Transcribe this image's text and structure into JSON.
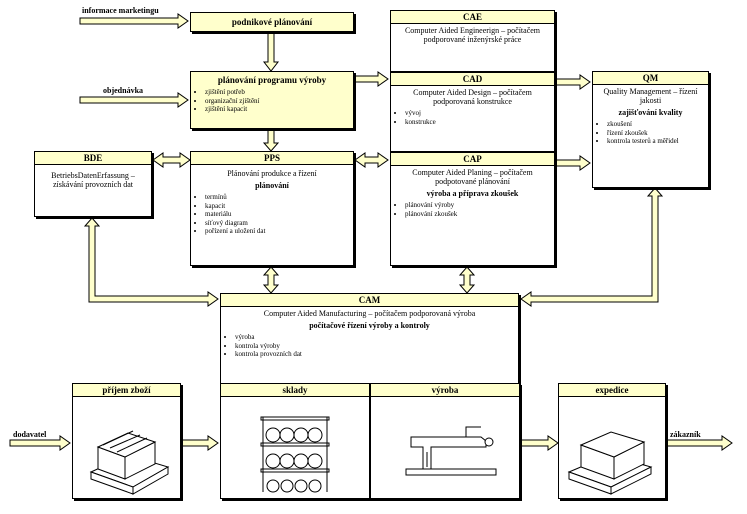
{
  "inputs": {
    "marketing": "informace marketingu",
    "order": "objednávka",
    "supplier": "dodavatel",
    "customer": "zákazník"
  },
  "planning": {
    "title": "podnikové plánování"
  },
  "program": {
    "title": "plánování programu výroby",
    "items": [
      "zjištění potřeb",
      "organizační zjištění",
      "zjištění kapacit"
    ]
  },
  "cae": {
    "title": "CAE",
    "subtitle": "Computer Aided Engineerign – počítačem podporované inženýrské práce"
  },
  "cad": {
    "title": "CAD",
    "subtitle": "Computer Aided Design – počítačem podporovaná konstrukce",
    "items": [
      "vývoj",
      "konstrukce"
    ]
  },
  "cap": {
    "title": "CAP",
    "subtitle": "Computer Aided Planing – počítačem podpotované plánování",
    "heading": "výroba a příprava zkoušek",
    "items": [
      "plánování výroby",
      "plánování zkoušek"
    ]
  },
  "qm": {
    "title": "QM",
    "subtitle": "Quality Management – řízení jakosti",
    "heading": "zajišťování kvality",
    "items": [
      "zkoušení",
      "řízení zkoušek",
      "kontrola testerů a měřidel"
    ]
  },
  "bde": {
    "title": "BDE",
    "subtitle": "BetriebsDatenErfassung – získávání provozních dat"
  },
  "pps": {
    "title": "PPS",
    "subtitle": "Plánování produkce a řízení",
    "heading": "plánování",
    "items": [
      "termínů",
      "kapacit",
      "materiálu",
      "síťový diagram",
      "pořízení a uložení dat"
    ]
  },
  "cam": {
    "title": "CAM",
    "subtitle": "Computer Aided Manufacturing – počítačem podporovaná výroba",
    "heading": "počítačové řízení výroby a kontroly",
    "items": [
      "výroba",
      "kontrola výroby",
      "kontrola provozních dat"
    ]
  },
  "stages": {
    "receiving": "příjem zboží",
    "storage": "sklady",
    "production": "výroba",
    "shipping": "expedice"
  },
  "colors": {
    "header_fill": "#ffffcc",
    "arrow_fill": "#ffffcc"
  }
}
